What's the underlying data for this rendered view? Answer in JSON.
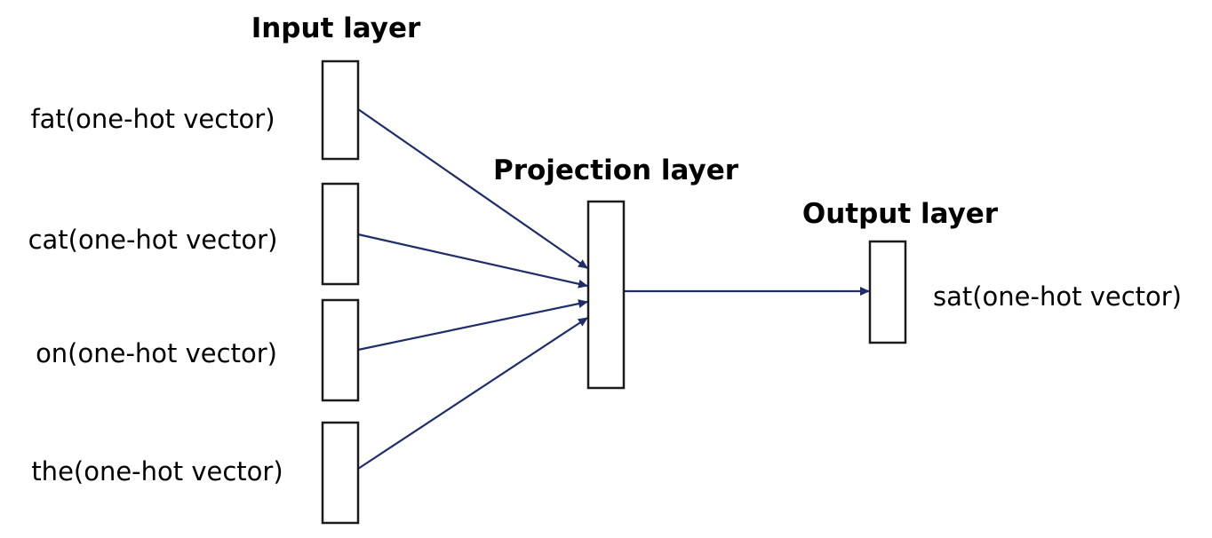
{
  "layers": {
    "input_title": "Input layer",
    "projection_title": "Projection layer",
    "output_title": "Output layer"
  },
  "inputs": [
    {
      "label": "fat(one-hot vector)"
    },
    {
      "label": "cat(one-hot vector)"
    },
    {
      "label": "on(one-hot vector)"
    },
    {
      "label": "the(one-hot vector)"
    }
  ],
  "output": {
    "label": "sat(one-hot vector)"
  },
  "colors": {
    "arrow": "#1f2d6b",
    "box_stroke": "#1b1b1b"
  }
}
